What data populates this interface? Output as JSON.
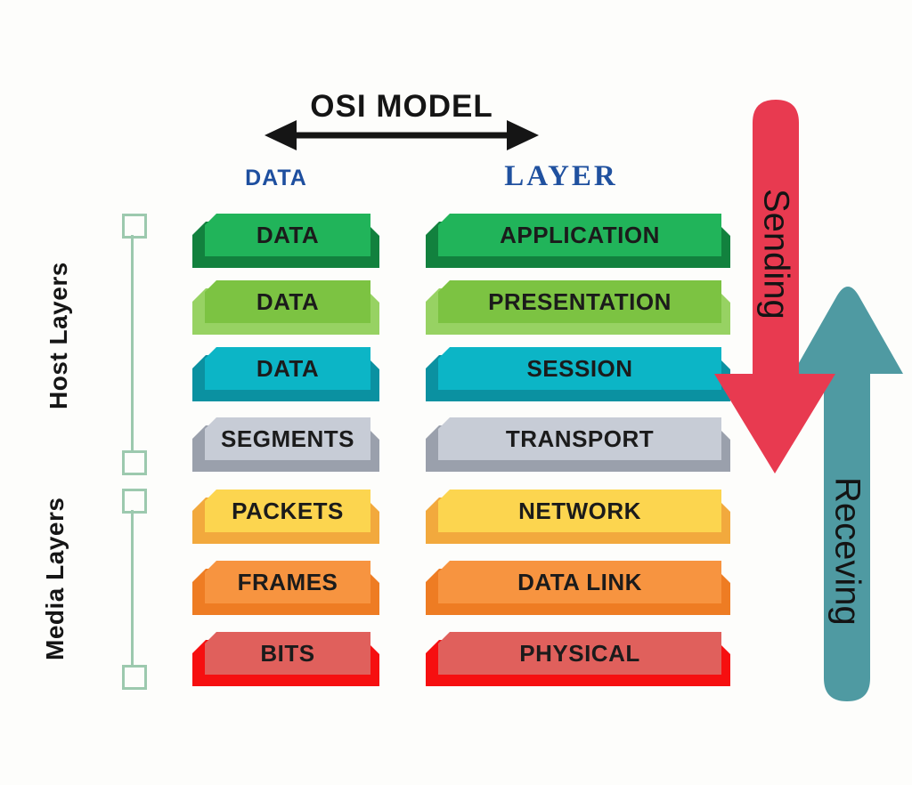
{
  "title": "OSI MODEL",
  "column_headers": {
    "data": "DATA",
    "layer": "LAYER"
  },
  "side_groups": {
    "host": {
      "label": "Host Layers"
    },
    "media": {
      "label": "Media Layers"
    }
  },
  "layers": [
    {
      "data_unit": "DATA",
      "layer_name": "APPLICATION",
      "group": "host",
      "face_color": "#21b45a",
      "depth_color": "#12813e"
    },
    {
      "data_unit": "DATA",
      "layer_name": "PRESENTATION",
      "group": "host",
      "face_color": "#7cc342",
      "depth_color": "#97d263"
    },
    {
      "data_unit": "DATA",
      "layer_name": "SESSION",
      "group": "host",
      "face_color": "#0cb5c6",
      "depth_color": "#0b91a1"
    },
    {
      "data_unit": "SEGMENTS",
      "layer_name": "TRANSPORT",
      "group": "host",
      "face_color": "#c7ccd6",
      "depth_color": "#9aa0ac"
    },
    {
      "data_unit": "PACKETS",
      "layer_name": "NETWORK",
      "group": "media",
      "face_color": "#fcd54f",
      "depth_color": "#f2a93d"
    },
    {
      "data_unit": "FRAMES",
      "layer_name": "DATA LINK",
      "group": "media",
      "face_color": "#f79440",
      "depth_color": "#ee7c23"
    },
    {
      "data_unit": "BITS",
      "layer_name": "PHYSICAL",
      "group": "media",
      "face_color": "#e0605c",
      "depth_color": "#f60f10"
    }
  ],
  "arrows": {
    "sending": {
      "label": "Sending",
      "direction": "down",
      "color": "#e83a50"
    },
    "receiving": {
      "label": "Receving",
      "direction": "up",
      "color": "#4f9aa2"
    }
  },
  "colors": {
    "title_arrow": "#151515",
    "header_data": "#1e4f9f",
    "header_layer": "#20519f",
    "bracket": "#9cc9ae",
    "background": "#fdfdfb"
  }
}
